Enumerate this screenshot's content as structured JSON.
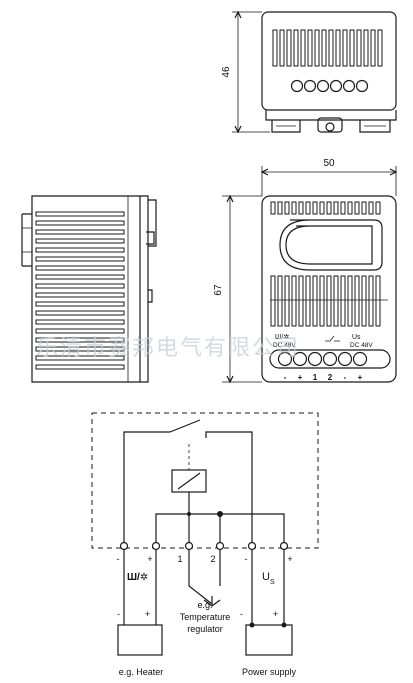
{
  "dimensions": {
    "height": "46",
    "width": "50",
    "depth": "67"
  },
  "front_label": {
    "left_symbol": "Ш/✲",
    "left_voltage": "DC 48V",
    "right_symbol": "Us",
    "right_voltage": "DC 48V",
    "terminals": [
      "-",
      "+",
      "1",
      "2",
      "-",
      "+"
    ]
  },
  "schematic": {
    "terminal_signs": [
      "-",
      "+",
      "1",
      "2",
      "-",
      "+"
    ],
    "load_symbol": "Ш/✲",
    "supply_symbol": "U",
    "supply_subscript": "S",
    "regulator_caption": [
      "e.g.",
      "Temperature",
      "regulator"
    ],
    "heater_caption": "e.g. Heater",
    "supply_caption": "Power supply",
    "heater_box_signs": [
      "-",
      "+"
    ],
    "supply_box_signs": [
      "-",
      "+"
    ]
  },
  "watermark": "乐清市赛邦电气有限公司"
}
